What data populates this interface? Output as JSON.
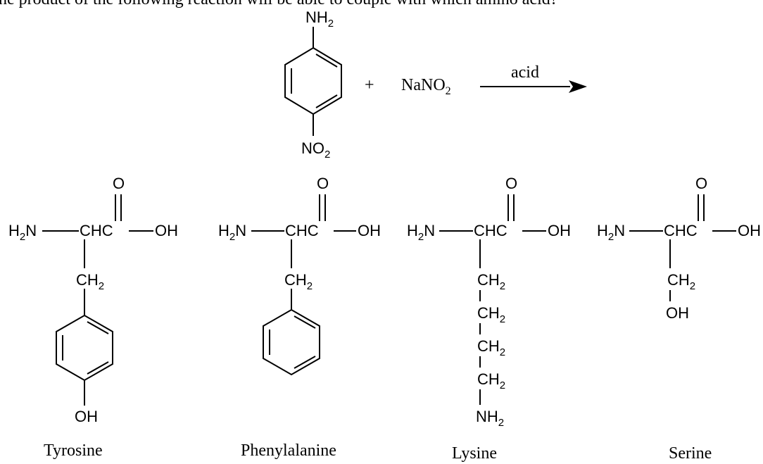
{
  "header_fragment": "he product of the following reaction will be able to couple with which amino acid?",
  "reaction": {
    "reactant_top_group": "NH2",
    "reactant_bottom_group": "NO2",
    "plus_sign": "+",
    "reagent": "NaNO2",
    "arrow_condition": "acid"
  },
  "amino_acid_common": {
    "amine": "H2N",
    "alpha_carbon_carboxyl": "CHC",
    "hydroxyl": "OH",
    "carbonyl_oxygen": "O"
  },
  "amino_acids": [
    {
      "name": "Tyrosine",
      "side_chain": [
        "CH2",
        "para-hydroxyphenyl ring",
        "OH"
      ]
    },
    {
      "name": "Phenylalanine",
      "side_chain": [
        "CH2",
        "phenyl ring"
      ]
    },
    {
      "name": "Lysine",
      "side_chain": [
        "CH2",
        "CH2",
        "CH2",
        "CH2",
        "NH2"
      ]
    },
    {
      "name": "Serine",
      "side_chain": [
        "CH2",
        "OH"
      ]
    }
  ],
  "colors": {
    "ink": "#000000",
    "background": "#ffffff"
  }
}
